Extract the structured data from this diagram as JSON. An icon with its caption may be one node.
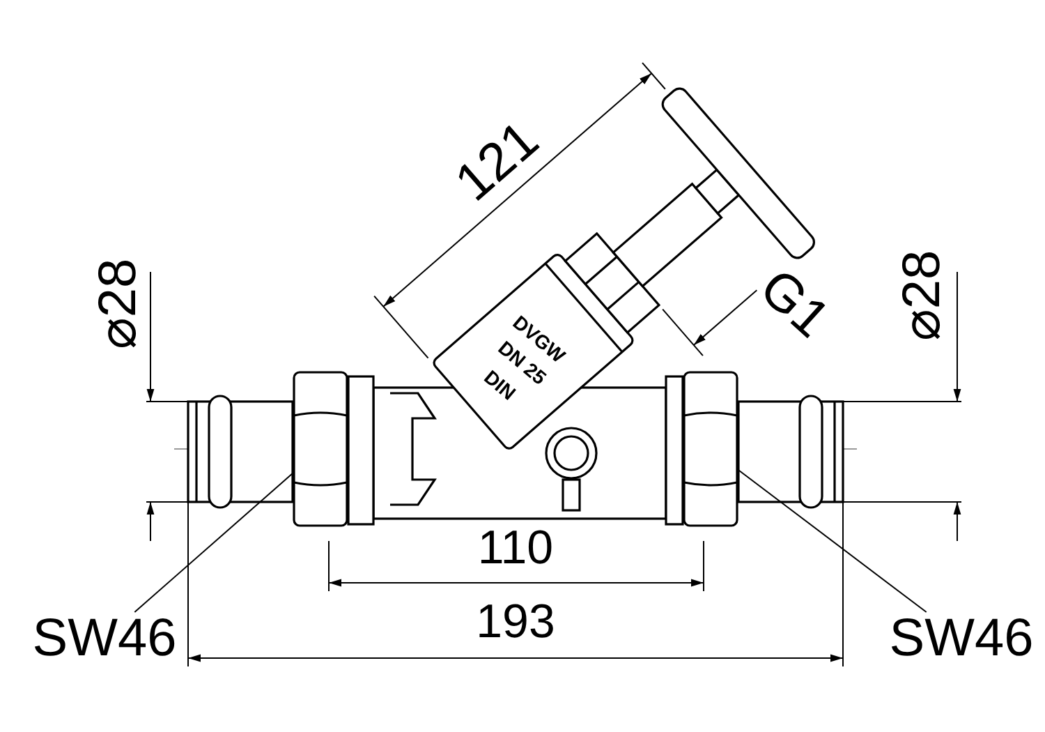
{
  "diagram": {
    "nodes": [
      {
        "text": [
          "SW46"
        ]
      },
      {
        "text": [],
        "shape": "box"
      },
      {
        "text": [
          "SW46"
        ]
      },
      {
        "text": [],
        "shape": "box"
      }
    ],
    "edges": [
      {
        "from": 0,
        "to": 1,
        "arrow": "none"
      },
      {
        "from": 2,
        "to": 3,
        "arrow": "none"
      }
    ],
    "labels": [
      "121",
      "G1",
      "⌀28",
      "⌀28",
      "DVGW",
      "DN 25",
      "DIN",
      "110",
      "193"
    ]
  }
}
